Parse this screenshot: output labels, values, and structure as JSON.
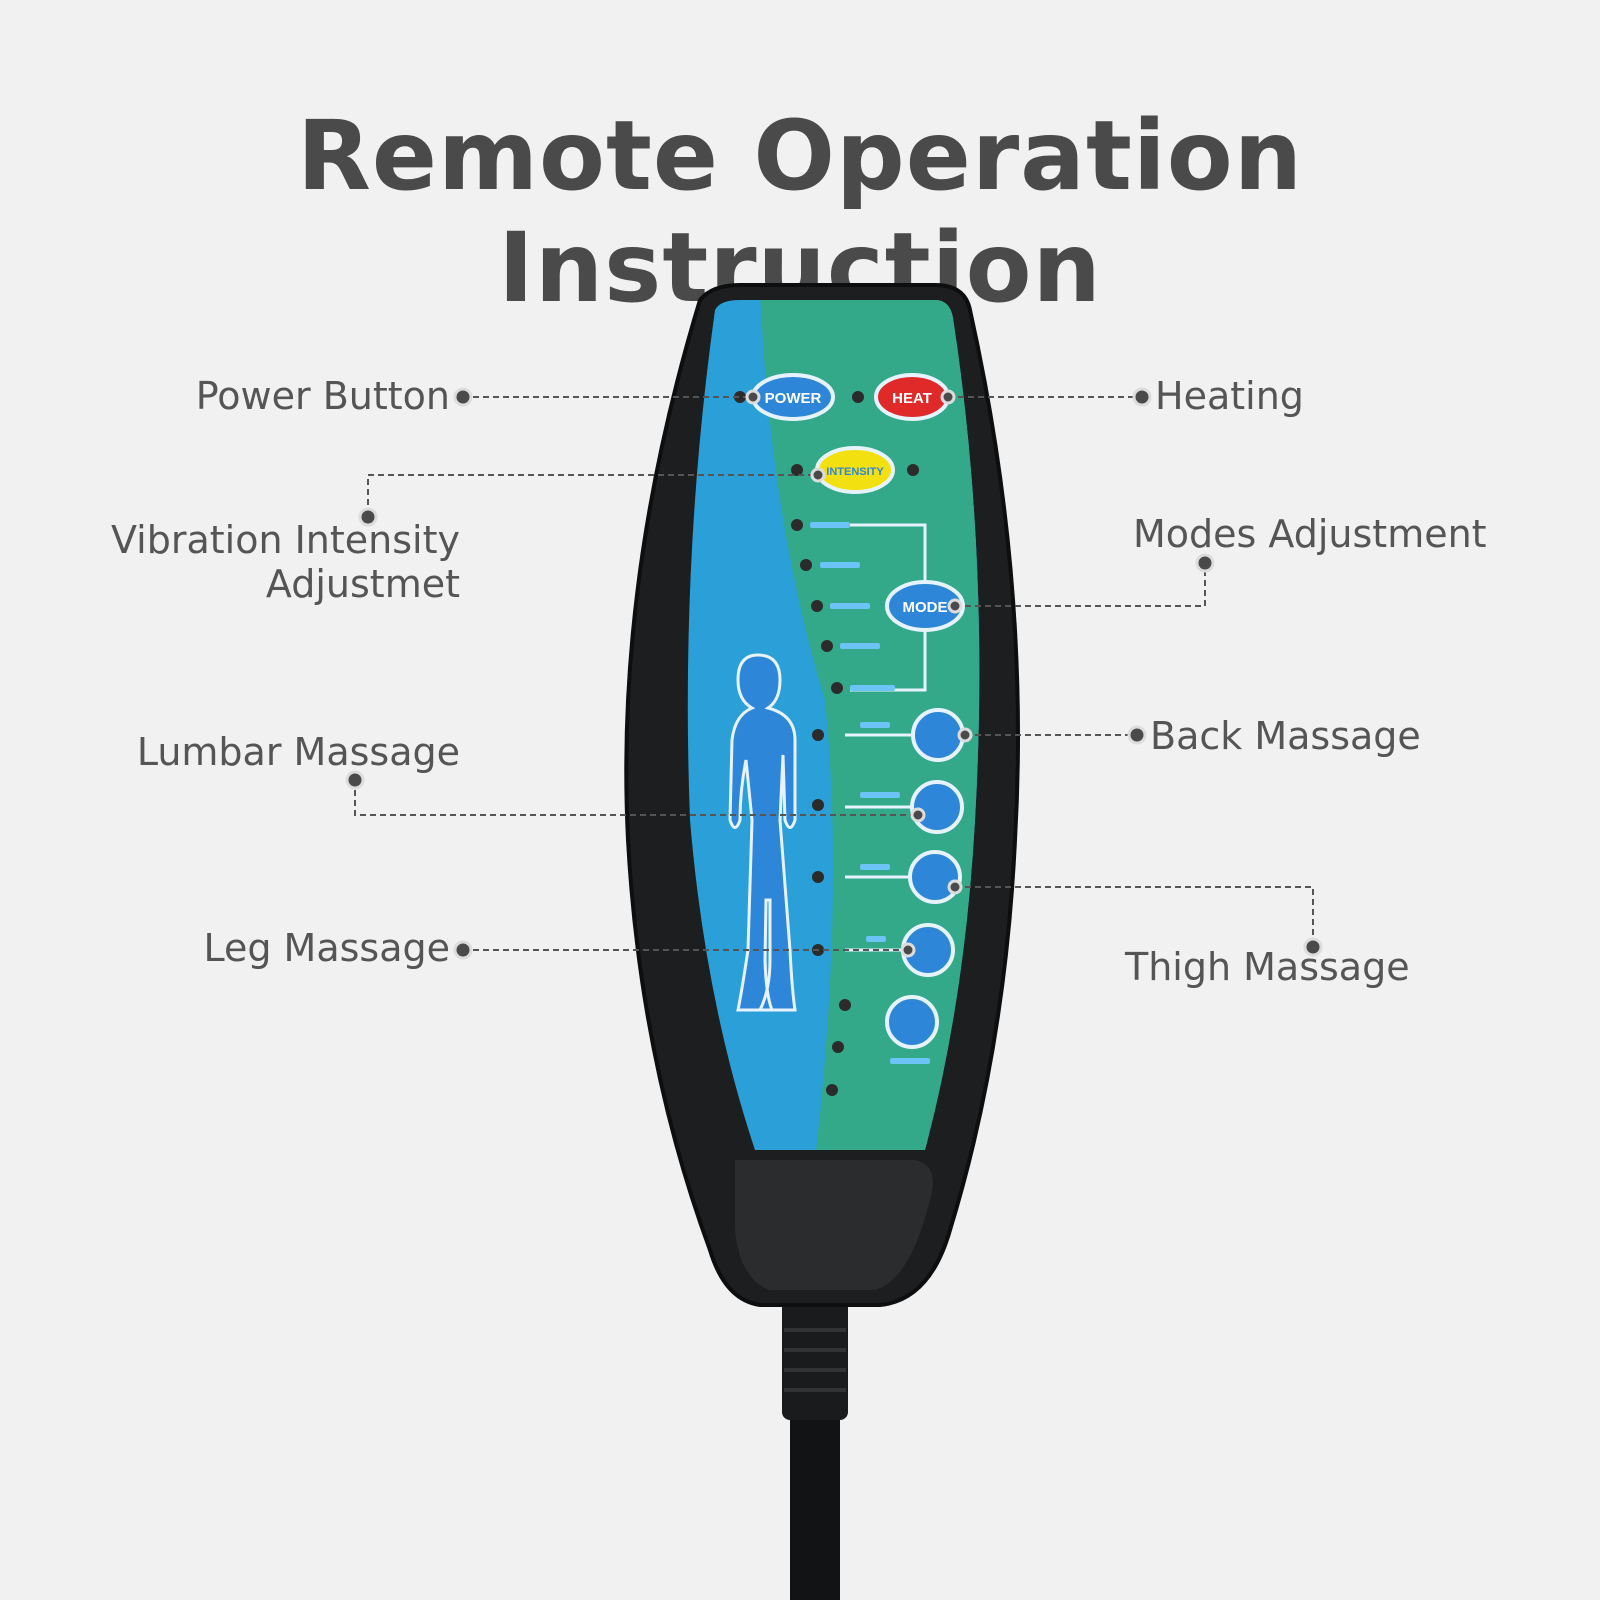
{
  "title": "Remote Operation Instruction",
  "colors": {
    "background": "#f1f1f1",
    "title": "#4a4a4a",
    "remote_body": "#1c1e20",
    "panel_blue": "#2a9fd8",
    "panel_green": "#35a88a",
    "button_blue": "#2e86d9",
    "button_red": "#e02a2a",
    "button_yellow": "#f3e010",
    "leader_line": "#555555"
  },
  "callouts": {
    "power": "Power Button",
    "heating": "Heating",
    "vibration_line1": "Vibration Intensity",
    "vibration_line2": "Adjustmet",
    "modes": "Modes Adjustment",
    "lumbar": "Lumbar Massage",
    "back": "Back Massage",
    "leg": "Leg Massage",
    "thigh": "Thigh Massage"
  },
  "remote": {
    "power_label": "POWER",
    "heat_label": "HEAT",
    "intensity_label": "INTENSITY",
    "mode_label": "MODE"
  }
}
